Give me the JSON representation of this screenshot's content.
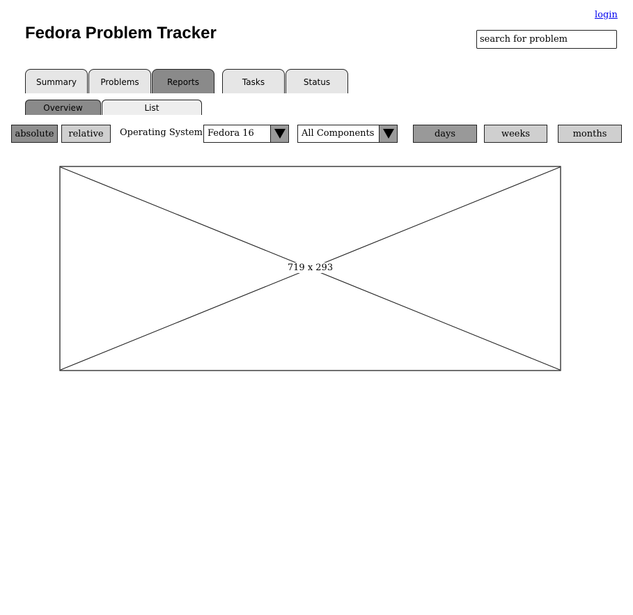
{
  "app": {
    "title": "Fedora Problem Tracker"
  },
  "header": {
    "login_label": "login",
    "search": {
      "value": "search for problem",
      "placeholder": "search for problem"
    }
  },
  "tabs": [
    {
      "label": "Summary",
      "active": false
    },
    {
      "label": "Problems",
      "active": false
    },
    {
      "label": "Reports",
      "active": true
    },
    {
      "label": "Tasks",
      "active": false
    },
    {
      "label": "Status",
      "active": false
    }
  ],
  "subtabs": [
    {
      "label": "Overview",
      "active": true
    },
    {
      "label": "List",
      "active": false
    }
  ],
  "toolbar": {
    "mode": [
      {
        "label": "absolute",
        "active": true
      },
      {
        "label": "relative",
        "active": false
      }
    ],
    "os_label": "Operating System:",
    "os_value": "Fedora 16",
    "component_value": "All Components",
    "period": [
      {
        "label": "days",
        "active": true
      },
      {
        "label": "weeks",
        "active": false
      },
      {
        "label": "months",
        "active": false
      }
    ]
  },
  "chart_placeholder": {
    "label": "719 x 293"
  },
  "icons": {
    "dropdown": "chevron-down-icon"
  },
  "colors": {
    "active": "#8a8a8a",
    "inactive": "#e6e6e6",
    "link": "#0000ee"
  }
}
